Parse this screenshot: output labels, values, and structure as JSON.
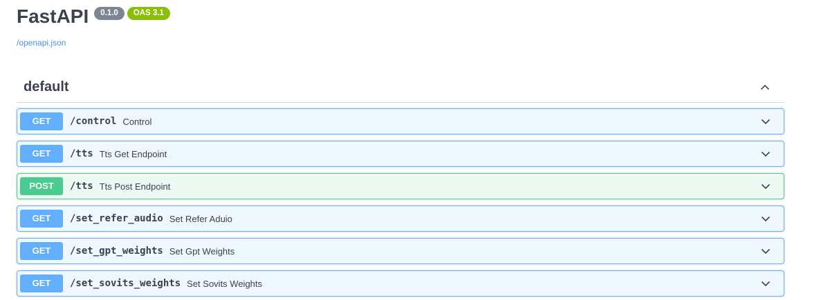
{
  "header": {
    "title": "FastAPI",
    "version_badge": "0.1.0",
    "oas_badge": "OAS 3.1",
    "spec_link": "/openapi.json"
  },
  "section": {
    "title": "default",
    "state": "expanded",
    "collapse_icon": "chevron-up"
  },
  "operations": [
    {
      "method": "GET",
      "path": "/control",
      "summary": "Control",
      "style": "get",
      "expand_icon": "chevron-down"
    },
    {
      "method": "GET",
      "path": "/tts",
      "summary": "Tts Get Endpoint",
      "style": "get",
      "expand_icon": "chevron-down"
    },
    {
      "method": "POST",
      "path": "/tts",
      "summary": "Tts Post Endpoint",
      "style": "post",
      "expand_icon": "chevron-down"
    },
    {
      "method": "GET",
      "path": "/set_refer_audio",
      "summary": "Set Refer Aduio",
      "style": "get",
      "expand_icon": "chevron-down"
    },
    {
      "method": "GET",
      "path": "/set_gpt_weights",
      "summary": "Set Gpt Weights",
      "style": "get",
      "expand_icon": "chevron-down"
    },
    {
      "method": "GET",
      "path": "/set_sovits_weights",
      "summary": "Set Sovits Weights",
      "style": "get",
      "expand_icon": "chevron-down"
    }
  ],
  "colors": {
    "title_text": "#3b4151",
    "link": "#4990e2",
    "version_badge_bg": "#7d8492",
    "oas_badge_bg": "#89bf04",
    "methods": {
      "get": {
        "accent": "#61affe",
        "bg": "#eff7ff"
      },
      "post": {
        "accent": "#49cc90",
        "bg": "#edfaf3"
      }
    }
  }
}
